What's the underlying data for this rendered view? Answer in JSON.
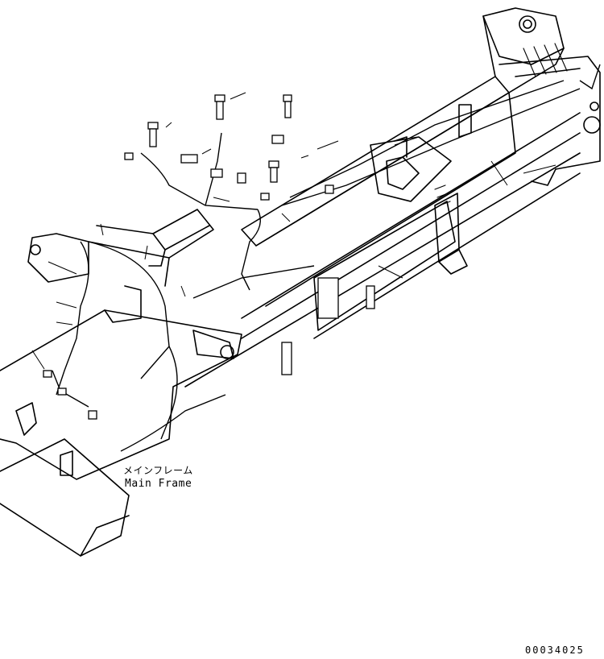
{
  "labels": {
    "part_name_jp": "メインフレーム",
    "part_name_en": "Main Frame"
  },
  "drawing_number": "00034025"
}
